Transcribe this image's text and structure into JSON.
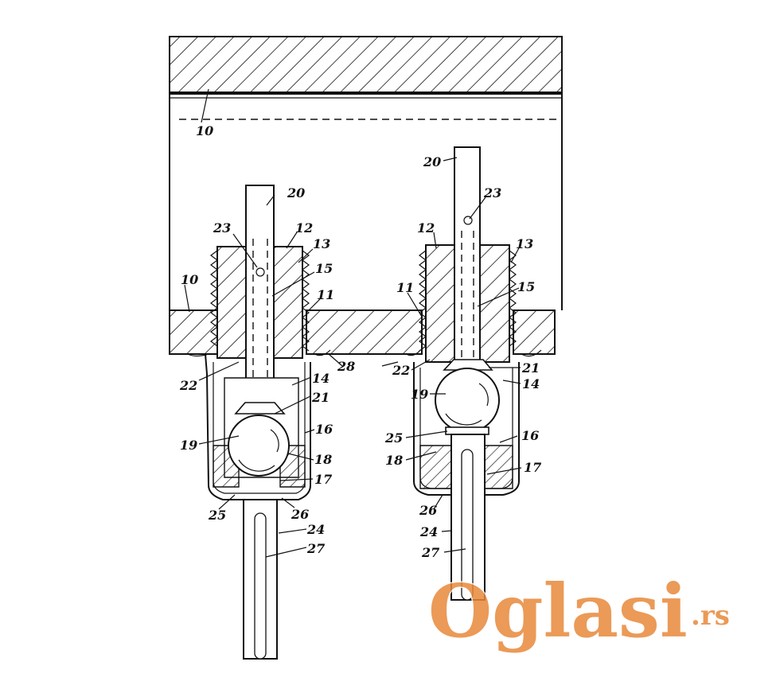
{
  "labels": {
    "l10a": "10",
    "l10b": "10",
    "l28": "28",
    "lefta": {
      "l20": "20",
      "l23": "23",
      "l12": "12",
      "l13": "13",
      "l15": "15",
      "l11": "11",
      "l22": "22",
      "l14": "14",
      "l21": "21",
      "l16": "16",
      "l19": "19",
      "l18": "18",
      "l17": "17",
      "l25": "25",
      "l26": "26",
      "l24": "24",
      "l27": "27"
    },
    "right": {
      "l20": "20",
      "l23": "23",
      "l12": "12",
      "l13": "13",
      "l15": "15",
      "l11": "11",
      "l22": "22",
      "l21": "21",
      "l14": "14",
      "l19": "19",
      "l25": "25",
      "l16": "16",
      "l18": "18",
      "l17": "17",
      "l26": "26",
      "l24": "24",
      "l27": "27"
    }
  },
  "watermark": {
    "brand": "Oglasi",
    "tld": ".rs",
    "color": "#e8893a"
  }
}
